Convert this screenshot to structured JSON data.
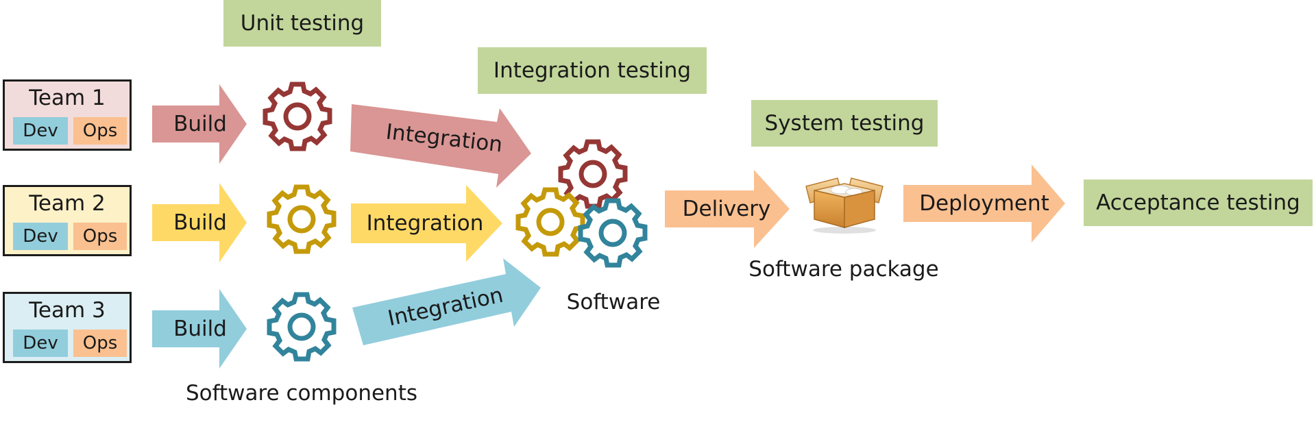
{
  "teams": [
    {
      "title": "Team 1",
      "dev": "Dev",
      "ops": "Ops"
    },
    {
      "title": "Team 2",
      "dev": "Dev",
      "ops": "Ops"
    },
    {
      "title": "Team 3",
      "dev": "Dev",
      "ops": "Ops"
    }
  ],
  "build_labels": [
    "Build",
    "Build",
    "Build"
  ],
  "integration_labels": [
    "Integration",
    "Integration",
    "Integration"
  ],
  "testing": {
    "unit": "Unit testing",
    "integration": "Integration testing",
    "system": "System testing",
    "acceptance": "Acceptance testing"
  },
  "delivery_label": "Delivery",
  "deployment_label": "Deployment",
  "captions": {
    "components": "Software components",
    "software": "Software",
    "package": "Software package"
  },
  "colors": {
    "team1_bg": "#f2dcdb",
    "team2_bg": "#fdf1c8",
    "team3_bg": "#dbeef3",
    "dev_chip": "#92cddc",
    "ops_chip": "#fac090",
    "red_arrow": "#d99694",
    "yellow_arrow": "#ffd966",
    "blue_arrow": "#92cddc",
    "orange_arrow": "#fac090",
    "green_box": "#c2d69b",
    "gear_red": "#953735",
    "gear_yellow": "#c49a0a",
    "gear_blue": "#31849b"
  },
  "icons": [
    "gear-icon",
    "package-box-icon"
  ]
}
